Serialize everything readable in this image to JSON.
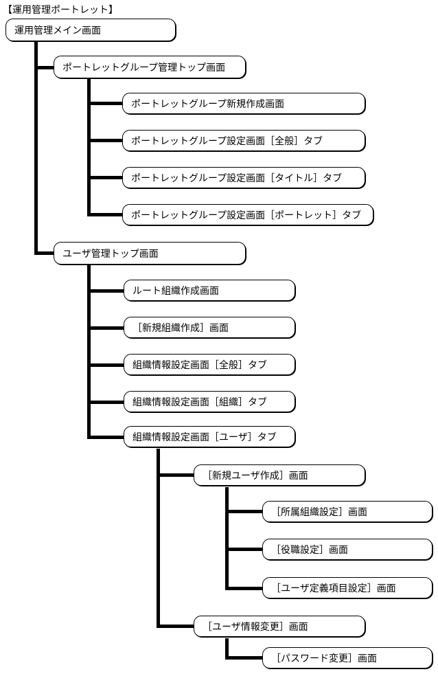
{
  "diagram": {
    "title": "【運用管理ポートレット】",
    "tree": {
      "label": "運用管理メイン画面",
      "children": [
        {
          "label": "ポートレットグループ管理トップ画面",
          "children": [
            {
              "label": "ポートレットグループ新規作成画面"
            },
            {
              "label": "ポートレットグループ設定画面［全般］タブ"
            },
            {
              "label": "ポートレットグループ設定画面［タイトル］タブ"
            },
            {
              "label": "ポートレットグループ設定画面［ポートレット］タブ"
            }
          ]
        },
        {
          "label": "ユーザ管理トップ画面",
          "children": [
            {
              "label": "ルート組織作成画面"
            },
            {
              "label": "［新規組織作成］画面"
            },
            {
              "label": "組織情報設定画面［全般］タブ"
            },
            {
              "label": "組織情報設定画面［組織］タブ"
            },
            {
              "label": "組織情報設定画面［ユーザ］タブ",
              "children": [
                {
                  "label": "［新規ユーザ作成］画面",
                  "children": [
                    {
                      "label": "［所属組織設定］画面"
                    },
                    {
                      "label": "［役職設定］画面"
                    },
                    {
                      "label": "［ユーザ定義項目設定］画面"
                    }
                  ]
                },
                {
                  "label": "［ユーザ情報変更］画面",
                  "children": [
                    {
                      "label": "［パスワード変更］画面"
                    }
                  ]
                }
              ]
            }
          ]
        }
      ]
    },
    "colors": {
      "line": "#000000",
      "node_fill": "#ffffff",
      "node_border": "#000000"
    }
  }
}
